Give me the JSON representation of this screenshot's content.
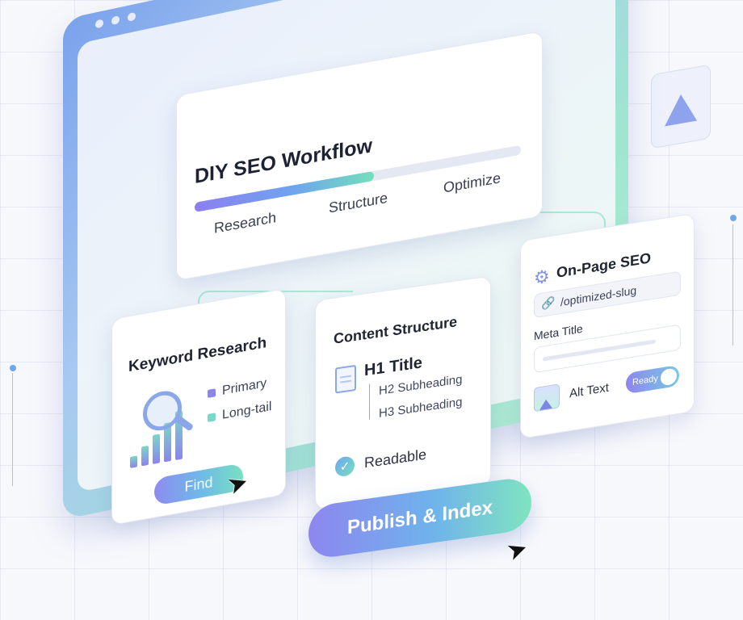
{
  "workflow": {
    "title": "DIY SEO Workflow",
    "progress": 0.55,
    "steps": [
      "Research",
      "Structure",
      "Optimize"
    ]
  },
  "keyword_research": {
    "title": "Keyword Research",
    "legend": [
      {
        "label": "Primary",
        "color": "#8b84ef"
      },
      {
        "label": "Long-tail",
        "color": "#7ad8c8"
      }
    ],
    "button": "Find"
  },
  "content_structure": {
    "title": "Content Structure",
    "h1": "H1 Title",
    "h2": "H2 Subheading",
    "h3": "H3 Subheading",
    "status": "Readable"
  },
  "on_page": {
    "title": "On-Page SEO",
    "slug": "/optimized-slug",
    "meta_label": "Meta Title",
    "alt_label": "Alt Text",
    "toggle_label": "Ready",
    "toggle_on": true
  },
  "publish": {
    "label": "Publish & Index"
  },
  "icons": [
    "gear-icon",
    "link-icon",
    "document-icon",
    "check-icon",
    "image-icon",
    "magnifier-icon",
    "cursor-icon"
  ]
}
